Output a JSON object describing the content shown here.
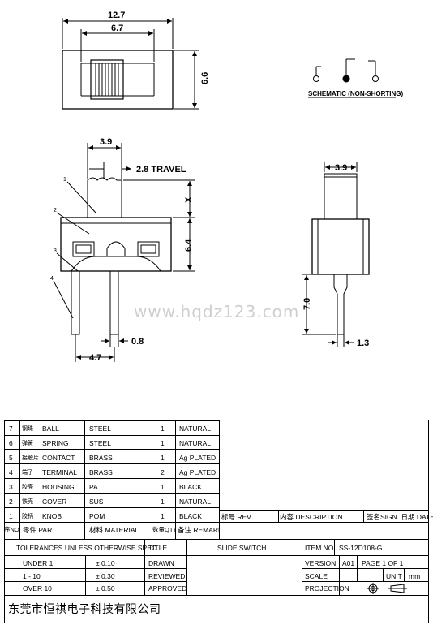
{
  "drawing": {
    "top_dims": {
      "overall": "12.7",
      "inner": "6.7",
      "height": "6.6"
    },
    "schematic_label": "SCHEMATIC (NON-SHORTING)",
    "front_dims": {
      "knob": "3.9",
      "travel": "2.8 TRAVEL",
      "x": "X",
      "body": "6.4",
      "pin_dia": "0.8",
      "pin_spacing": "4.7"
    },
    "callouts": [
      "1",
      "2",
      "3",
      "4"
    ],
    "side_dims": {
      "knob": "3.9",
      "pin_len": "7.0",
      "pin_w": "1.3"
    },
    "watermark": "www.hqdz123.com"
  },
  "bom": {
    "rows": [
      {
        "no": "7",
        "cn": "钢珠",
        "part": "BALL",
        "material": "STEEL",
        "qty": "1",
        "remark": "NATURAL"
      },
      {
        "no": "6",
        "cn": "弹簧",
        "part": "SPRING",
        "material": "STEEL",
        "qty": "1",
        "remark": "NATURAL"
      },
      {
        "no": "5",
        "cn": "接触片",
        "part": "CONTACT",
        "material": "BRASS",
        "qty": "1",
        "remark": "Ag PLATED"
      },
      {
        "no": "4",
        "cn": "端子",
        "part": "TERMINAL",
        "material": "BRASS",
        "qty": "2",
        "remark": "Ag PLATED"
      },
      {
        "no": "3",
        "cn": "胶壳",
        "part": "HOUSING",
        "material": "PA",
        "qty": "1",
        "remark": "BLACK"
      },
      {
        "no": "2",
        "cn": "铁壳",
        "part": "COVER",
        "material": "SUS",
        "qty": "1",
        "remark": "NATURAL"
      },
      {
        "no": "1",
        "cn": "胶柄",
        "part": "KNOB",
        "material": "POM",
        "qty": "1",
        "remark": "BLACK"
      }
    ],
    "header": {
      "no": "序NO.",
      "part": "零件 PART",
      "material": "材料 MATERIAL",
      "qty": "数量QTY",
      "remark": "备注 REMARKS"
    }
  },
  "revision": {
    "rev": "标号 REV",
    "desc": "内容 DESCRIPTION",
    "sign": "签名SIGN. 日期 DATE"
  },
  "tolerance": {
    "title": "TOLERANCES UNLESS OTHERWISE SPEC.",
    "rows": [
      {
        "range": "UNDER  1",
        "value": "± 0.10"
      },
      {
        "range": "1  -  10",
        "value": "± 0.30"
      },
      {
        "range": "OVER  10",
        "value": "± 0.50"
      }
    ]
  },
  "titleblock": {
    "title_label": "TITLE",
    "title": "SLIDE SWITCH",
    "drawn": "DRAWN",
    "reviewed": "REVIEWED",
    "approved": "APPROVED",
    "item_label": "ITEM NO",
    "item": "SS-12D108-G",
    "version_label": "VERSION",
    "version": "A01",
    "page": "PAGE  1  OF  1",
    "scale": "SCALE",
    "unit": "UNIT",
    "unit_value": "mm",
    "projection": "PROJECTION"
  },
  "company": "东莞市恒祺电子科技有限公司"
}
